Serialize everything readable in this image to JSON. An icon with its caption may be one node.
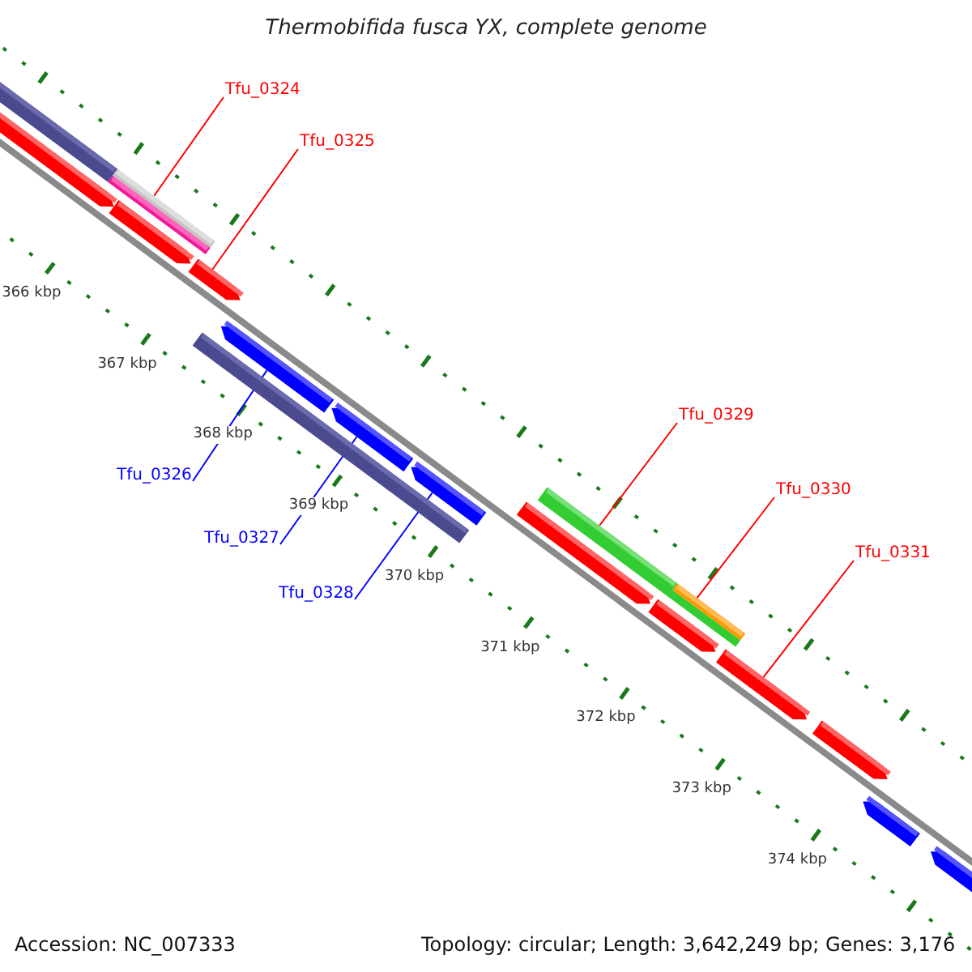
{
  "diagram": {
    "title": "Thermobifida fusca YX, complete genome",
    "nodes": [
      {
        "text": [
          "Tfu_0324"
        ]
      },
      {
        "text": [
          "Tfu_0325"
        ]
      },
      {
        "text": [
          "Tfu_0326"
        ]
      },
      {
        "text": [
          "Tfu_0327"
        ]
      },
      {
        "text": [
          "Tfu_0328"
        ]
      },
      {
        "text": [
          "Tfu_0329"
        ]
      },
      {
        "text": [
          "Tfu_0330"
        ]
      },
      {
        "text": [
          "Tfu_0331"
        ]
      },
      {
        "text": [],
        "shape": "bar"
      },
      {
        "text": [],
        "shape": "pentagon"
      },
      {
        "text": [],
        "shape": "bar"
      },
      {
        "text": [],
        "shape": "bar"
      },
      {
        "text": [],
        "shape": "pentagon"
      },
      {
        "text": [],
        "shape": "pentagon"
      },
      {
        "text": [],
        "shape": "bar"
      },
      {
        "text": [],
        "shape": "pentagon"
      },
      {
        "text": [],
        "shape": "pentagon"
      },
      {
        "text": [],
        "shape": "pentagon"
      },
      {
        "text": [],
        "shape": "pentagon"
      },
      {
        "text": [],
        "shape": "bar"
      },
      {
        "text": [],
        "shape": "pentagon"
      },
      {
        "text": [],
        "shape": "bar"
      },
      {
        "text": [],
        "shape": "pentagon"
      },
      {
        "text": [],
        "shape": "pentagon"
      },
      {
        "text": [],
        "shape": "pentagon"
      },
      {
        "text": [],
        "shape": "pentagon"
      }
    ],
    "edges": [
      {
        "from": 0,
        "to": 10,
        "arrow": "none",
        "color": "#ff0000"
      },
      {
        "from": 1,
        "to": 13,
        "arrow": "none",
        "color": "#ff0000"
      },
      {
        "from": 2,
        "to": 15,
        "arrow": "none",
        "color": "#0000ff"
      },
      {
        "from": 3,
        "to": 16,
        "arrow": "none",
        "color": "#0000ff"
      },
      {
        "from": 4,
        "to": 17,
        "arrow": "none",
        "color": "#0000ff"
      },
      {
        "from": 5,
        "to": 19,
        "arrow": "none",
        "color": "#ff0000"
      },
      {
        "from": 6,
        "to": 21,
        "arrow": "none",
        "color": "#ff0000"
      },
      {
        "from": 7,
        "to": 22,
        "arrow": "none",
        "color": "#ff0000"
      }
    ],
    "labels": [
      "366 kbp",
      "367 kbp",
      "368 kbp",
      "369 kbp",
      "370 kbp",
      "371 kbp",
      "372 kbp",
      "373 kbp",
      "374 kbp",
      "Accession: NC_007333",
      "Topology: circular; Length: 3,642,249 bp; Genes: 3,176"
    ]
  }
}
